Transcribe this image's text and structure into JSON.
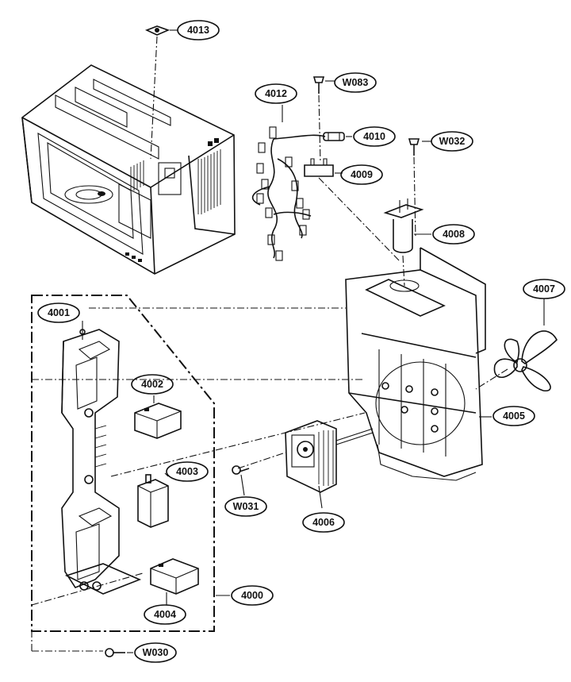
{
  "labels": {
    "l4013": "4013",
    "lW083": "W083",
    "l4012": "4012",
    "l4010": "4010",
    "lW032": "W032",
    "l4009": "4009",
    "l4008": "4008",
    "l4007": "4007",
    "l4001": "4001",
    "l4002": "4002",
    "l4003": "4003",
    "l4005": "4005",
    "lW031": "W031",
    "l4006": "4006",
    "l4004": "4004",
    "l4000": "4000",
    "lW030": "W030"
  }
}
